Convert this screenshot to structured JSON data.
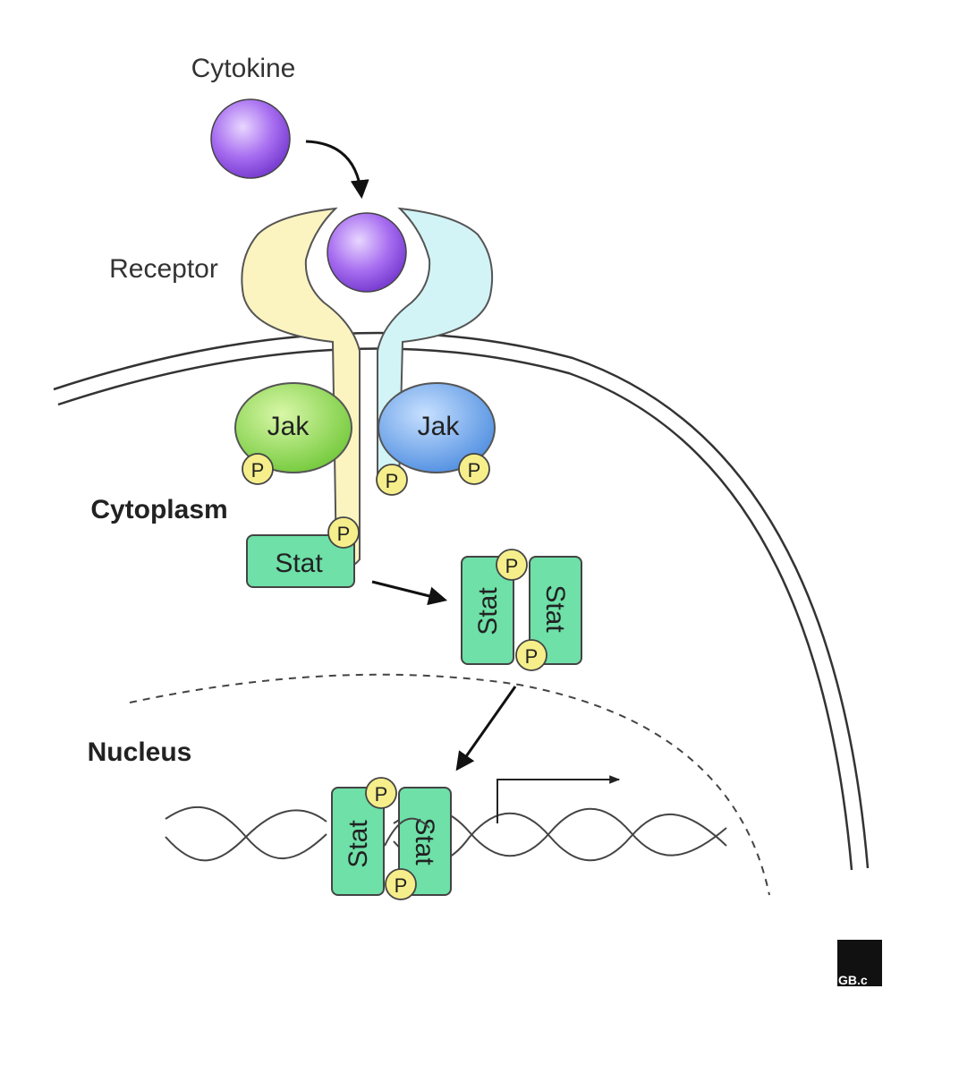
{
  "labels": {
    "cytokine": "Cytokine",
    "receptor": "Receptor",
    "cytoplasm": "Cytoplasm",
    "nucleus": "Nucleus"
  },
  "molecules": {
    "jak": "Jak",
    "stat": "Stat",
    "phosphate": "P"
  },
  "logo": "GB.c",
  "colors": {
    "cytokine": "#9b5de5",
    "receptor_left": "#fbf4c0",
    "receptor_right": "#d2f4f6",
    "jak_left": "#8fdc4a",
    "jak_right": "#5b9be6",
    "stat": "#6ee0a8",
    "phosphate": "#f5ee8a",
    "outline": "#333333"
  },
  "icons": [
    "arrow-icon",
    "dna-icon",
    "transcription-arrow-icon"
  ]
}
